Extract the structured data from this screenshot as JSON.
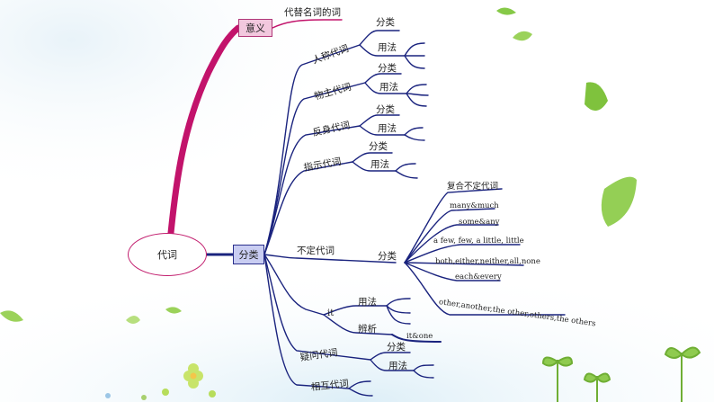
{
  "root": {
    "label": "代词"
  },
  "meaning": {
    "box_label": "意义",
    "leaf": "代替名词的词"
  },
  "classification": {
    "box_label": "分类",
    "personal": {
      "label": "人称代词",
      "children": [
        "分类",
        "用法"
      ]
    },
    "possessive": {
      "label": "物主代词",
      "children": [
        "分类",
        "用法"
      ]
    },
    "reflexive": {
      "label": "反身代词",
      "children": [
        "分类",
        "用法"
      ]
    },
    "demonstrative": {
      "label": "指示代词",
      "children": [
        "分类",
        "用法"
      ]
    },
    "indefinite": {
      "label": "不定代词",
      "sub_label": "分类",
      "items": [
        "复合不定代词",
        "many&much",
        "some&any",
        "a few, few, a little, little",
        "both,either,neither,all,none",
        "each&every",
        "other,another,the other,others,the others"
      ]
    },
    "it": {
      "label": "it",
      "children": [
        "用法",
        "辨析"
      ],
      "discrimination_leaf": "it&one"
    },
    "interrogative": {
      "label": "疑问代词",
      "children": [
        "分类",
        "用法"
      ]
    },
    "reciprocal": {
      "label": "相互代词"
    }
  },
  "colors": {
    "navy": "#1a237e",
    "magenta": "#c2136b",
    "leaf_green": "#7cc23a"
  }
}
